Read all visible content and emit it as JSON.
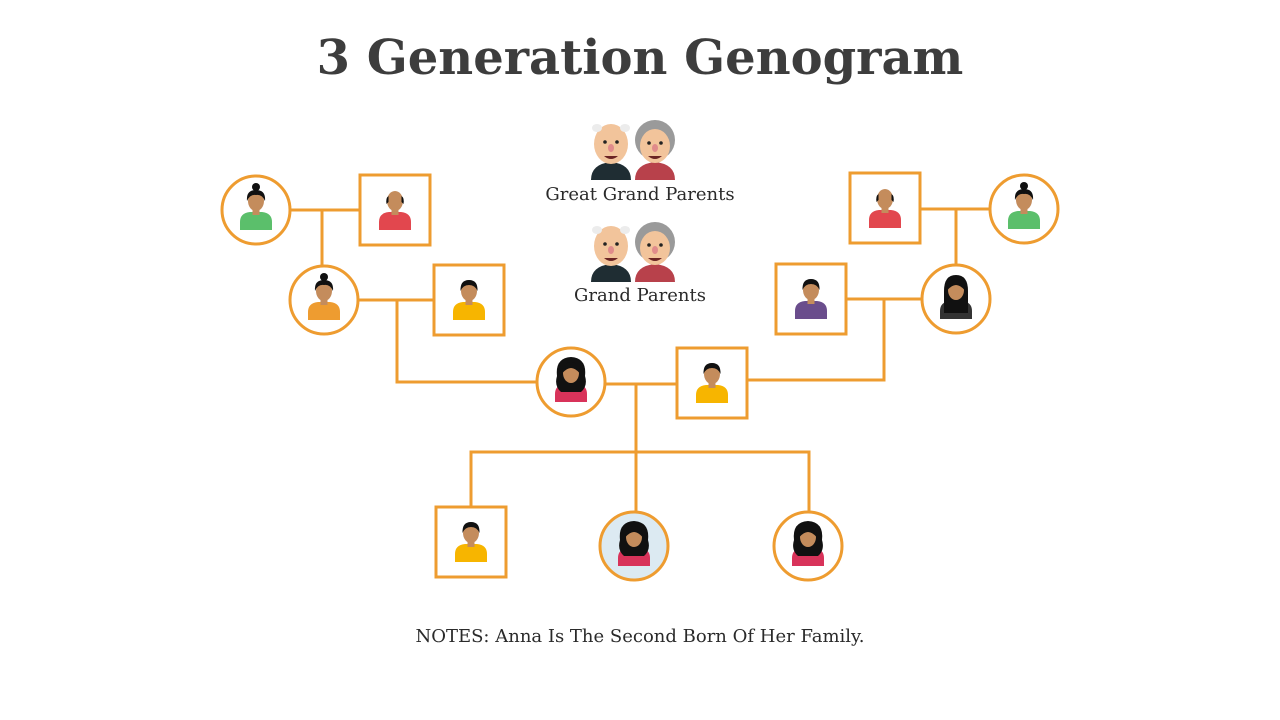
{
  "title": "3 Generation Genogram",
  "legend": {
    "great_grand_parents": "Great Grand Parents",
    "grand_parents": "Grand Parents"
  },
  "notes": "NOTES: Anna Is The Second Born Of Her Family.",
  "colors": {
    "line": "#ee9c30",
    "title": "#3d3d3d",
    "skin": "#c48c5c",
    "highlight_fill": "#dceaf2"
  },
  "members": [
    {
      "id": "maternal-great-grandmother",
      "shape": "circle",
      "icon": "female-avatar-icon",
      "shirt": "#5bbf6b"
    },
    {
      "id": "maternal-great-grandfather",
      "shape": "square",
      "icon": "male-bald-avatar-icon",
      "shirt": "#e2474e"
    },
    {
      "id": "maternal-grandmother",
      "shape": "circle",
      "icon": "female-avatar-icon",
      "shirt": "#ee9c30"
    },
    {
      "id": "maternal-grandfather",
      "shape": "square",
      "icon": "male-avatar-icon",
      "shirt": "#f7b500"
    },
    {
      "id": "paternal-great-grandfather",
      "shape": "square",
      "icon": "male-bald-avatar-icon",
      "shirt": "#e2474e"
    },
    {
      "id": "paternal-great-grandmother",
      "shape": "circle",
      "icon": "female-avatar-icon",
      "shirt": "#5bbf6b"
    },
    {
      "id": "paternal-grandfather",
      "shape": "square",
      "icon": "male-avatar-icon",
      "shirt": "#6a4d8c"
    },
    {
      "id": "paternal-grandmother",
      "shape": "circle",
      "icon": "female-long-hair-avatar-icon",
      "shirt": "#333333"
    },
    {
      "id": "mother",
      "shape": "circle",
      "icon": "female-curly-hair-avatar-icon",
      "shirt": "#d8335a"
    },
    {
      "id": "father",
      "shape": "square",
      "icon": "male-avatar-icon",
      "shirt": "#f7b500"
    },
    {
      "id": "son",
      "shape": "square",
      "icon": "male-avatar-icon",
      "shirt": "#f7b500"
    },
    {
      "id": "anna",
      "shape": "circle",
      "icon": "female-curly-hair-avatar-icon",
      "shirt": "#d8335a",
      "highlighted": true
    },
    {
      "id": "daughter",
      "shape": "circle",
      "icon": "female-curly-hair-avatar-icon",
      "shirt": "#d8335a"
    }
  ]
}
